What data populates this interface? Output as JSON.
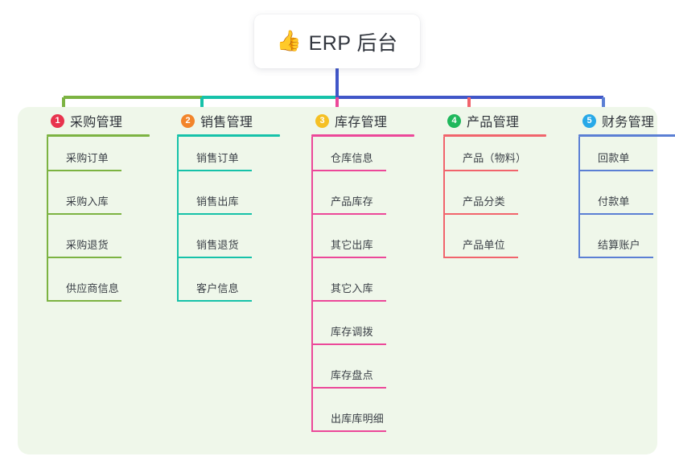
{
  "root": {
    "icon": "thumbs-up-icon",
    "icon_glyph": "👍",
    "title": "ERP 后台"
  },
  "colors": {
    "panel_background": "#eff7ea",
    "page_background": "#ffffff",
    "root_stem": "#4056c8",
    "bus_left": "#7cb342",
    "bus_mid": "#16c2a9",
    "bus_right": "#4056c8"
  },
  "branches": [
    {
      "number": "1",
      "title": "采购管理",
      "badge_color": "#e8344e",
      "line_color": "#7cb342",
      "items": [
        {
          "label": "采购订单"
        },
        {
          "label": "采购入库"
        },
        {
          "label": "采购退货"
        },
        {
          "label": "供应商信息"
        }
      ]
    },
    {
      "number": "2",
      "title": "销售管理",
      "badge_color": "#f2852b",
      "line_color": "#16c2a9",
      "items": [
        {
          "label": "销售订单"
        },
        {
          "label": "销售出库"
        },
        {
          "label": "销售退货"
        },
        {
          "label": "客户信息"
        }
      ]
    },
    {
      "number": "3",
      "title": "库存管理",
      "badge_color": "#f5c024",
      "line_color": "#ec4899",
      "items": [
        {
          "label": "仓库信息"
        },
        {
          "label": "产品库存"
        },
        {
          "label": "其它出库"
        },
        {
          "label": "其它入库"
        },
        {
          "label": "库存调拨"
        },
        {
          "label": "库存盘点"
        },
        {
          "label": "出库库明细"
        }
      ]
    },
    {
      "number": "4",
      "title": "产品管理",
      "badge_color": "#1fb85c",
      "line_color": "#f1646c",
      "items": [
        {
          "label": "产品（物料）"
        },
        {
          "label": "产品分类"
        },
        {
          "label": "产品单位"
        }
      ]
    },
    {
      "number": "5",
      "title": "财务管理",
      "badge_color": "#28a9e8",
      "line_color": "#5b7fd4",
      "items": [
        {
          "label": "回款单"
        },
        {
          "label": "付款单"
        },
        {
          "label": "结算账户"
        }
      ]
    }
  ]
}
